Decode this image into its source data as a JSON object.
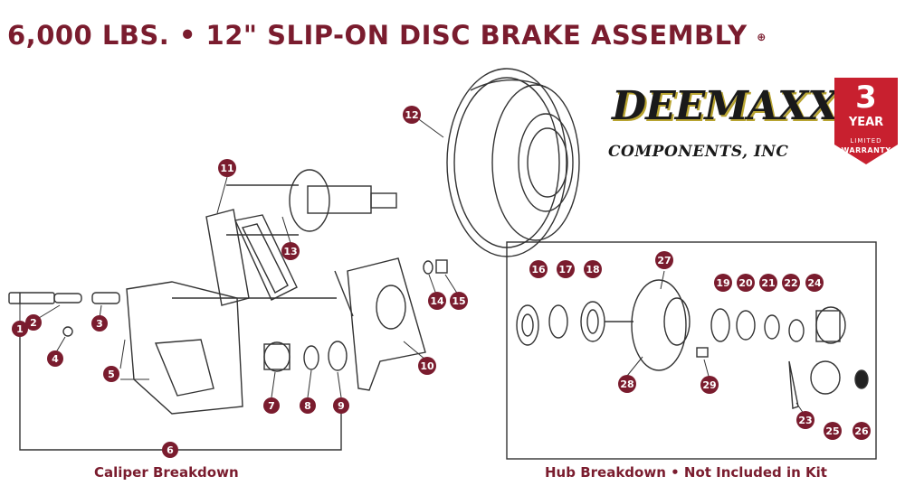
{
  "title": {
    "text": "6,000 LBS. • 12\" SLIP-ON DISC BRAKE ASSEMBLY",
    "mark": "⊕"
  },
  "brand": {
    "name": "DEEMAXX",
    "subtitle": "COMPONENTS, INC"
  },
  "warranty": {
    "number": "3",
    "unit": "YEAR",
    "line1": "LIMITED",
    "line2": "WARRANTY"
  },
  "captions": {
    "caliper": "Caliper Breakdown",
    "hub": "Hub Breakdown • Not Included in Kit"
  },
  "colors": {
    "accent": "#7a1c2e",
    "badge_red": "#c8202f",
    "line": "#333333"
  },
  "callouts": [
    "1",
    "2",
    "3",
    "4",
    "5",
    "6",
    "7",
    "8",
    "9",
    "10",
    "11",
    "12",
    "13",
    "14",
    "15",
    "16",
    "17",
    "18",
    "19",
    "20",
    "21",
    "22",
    "23",
    "24",
    "25",
    "26",
    "27",
    "28",
    "29"
  ]
}
